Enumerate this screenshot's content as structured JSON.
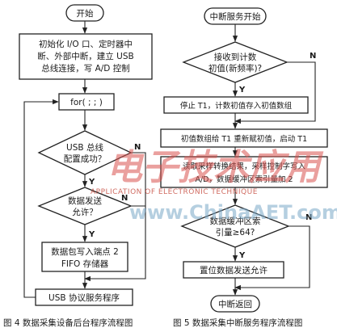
{
  "left_flow": {
    "start": "开始",
    "init_line1": "初始化 I/O 口、定时器中",
    "init_line2": "断、外部中断，建立 USB",
    "init_line3": "总线连接，写 A/D 控制",
    "loop": "for( ; ; )",
    "usb_check_line1": "USB 总线",
    "usb_check_line2": "配置成功？",
    "data_send_line1": "数据发送",
    "data_send_line2": "允许？",
    "write_line1": "数据包写入端点 2",
    "write_line2": "FIFO 存储器",
    "usb_service": "USB 协议服务程序",
    "yes": "Y",
    "no": "N"
  },
  "right_flow": {
    "start": "中断服务开始",
    "recv_line1": "接收到计数",
    "recv_line2": "初值(新频率)?",
    "stop_t1": "停止 T1，计数初值存入初值数组",
    "assign_t1": "初值数组给 T1 重新赋初值，启动 T1",
    "read_line1": "读取采样转换结果，采样控制字写入",
    "read_line2": "A/D，数据缓冲区索引量加 2",
    "buffer_line1": "数据缓冲区索",
    "buffer_line2": "引量≥64?",
    "set_flag": "置位数据发送允许",
    "end": "中断返回",
    "yes": "Y",
    "no": "N"
  },
  "captions": {
    "fig4": "图 4   数据采集设备后台程序流程图",
    "fig5": "图 5   数据采集中断服务程序流程图"
  },
  "watermark": {
    "chinese": "电子技术应用",
    "english": "APPLICATION OF ELECTRONIC TECHNIQUE",
    "url": "www.ChinaAET.com"
  }
}
